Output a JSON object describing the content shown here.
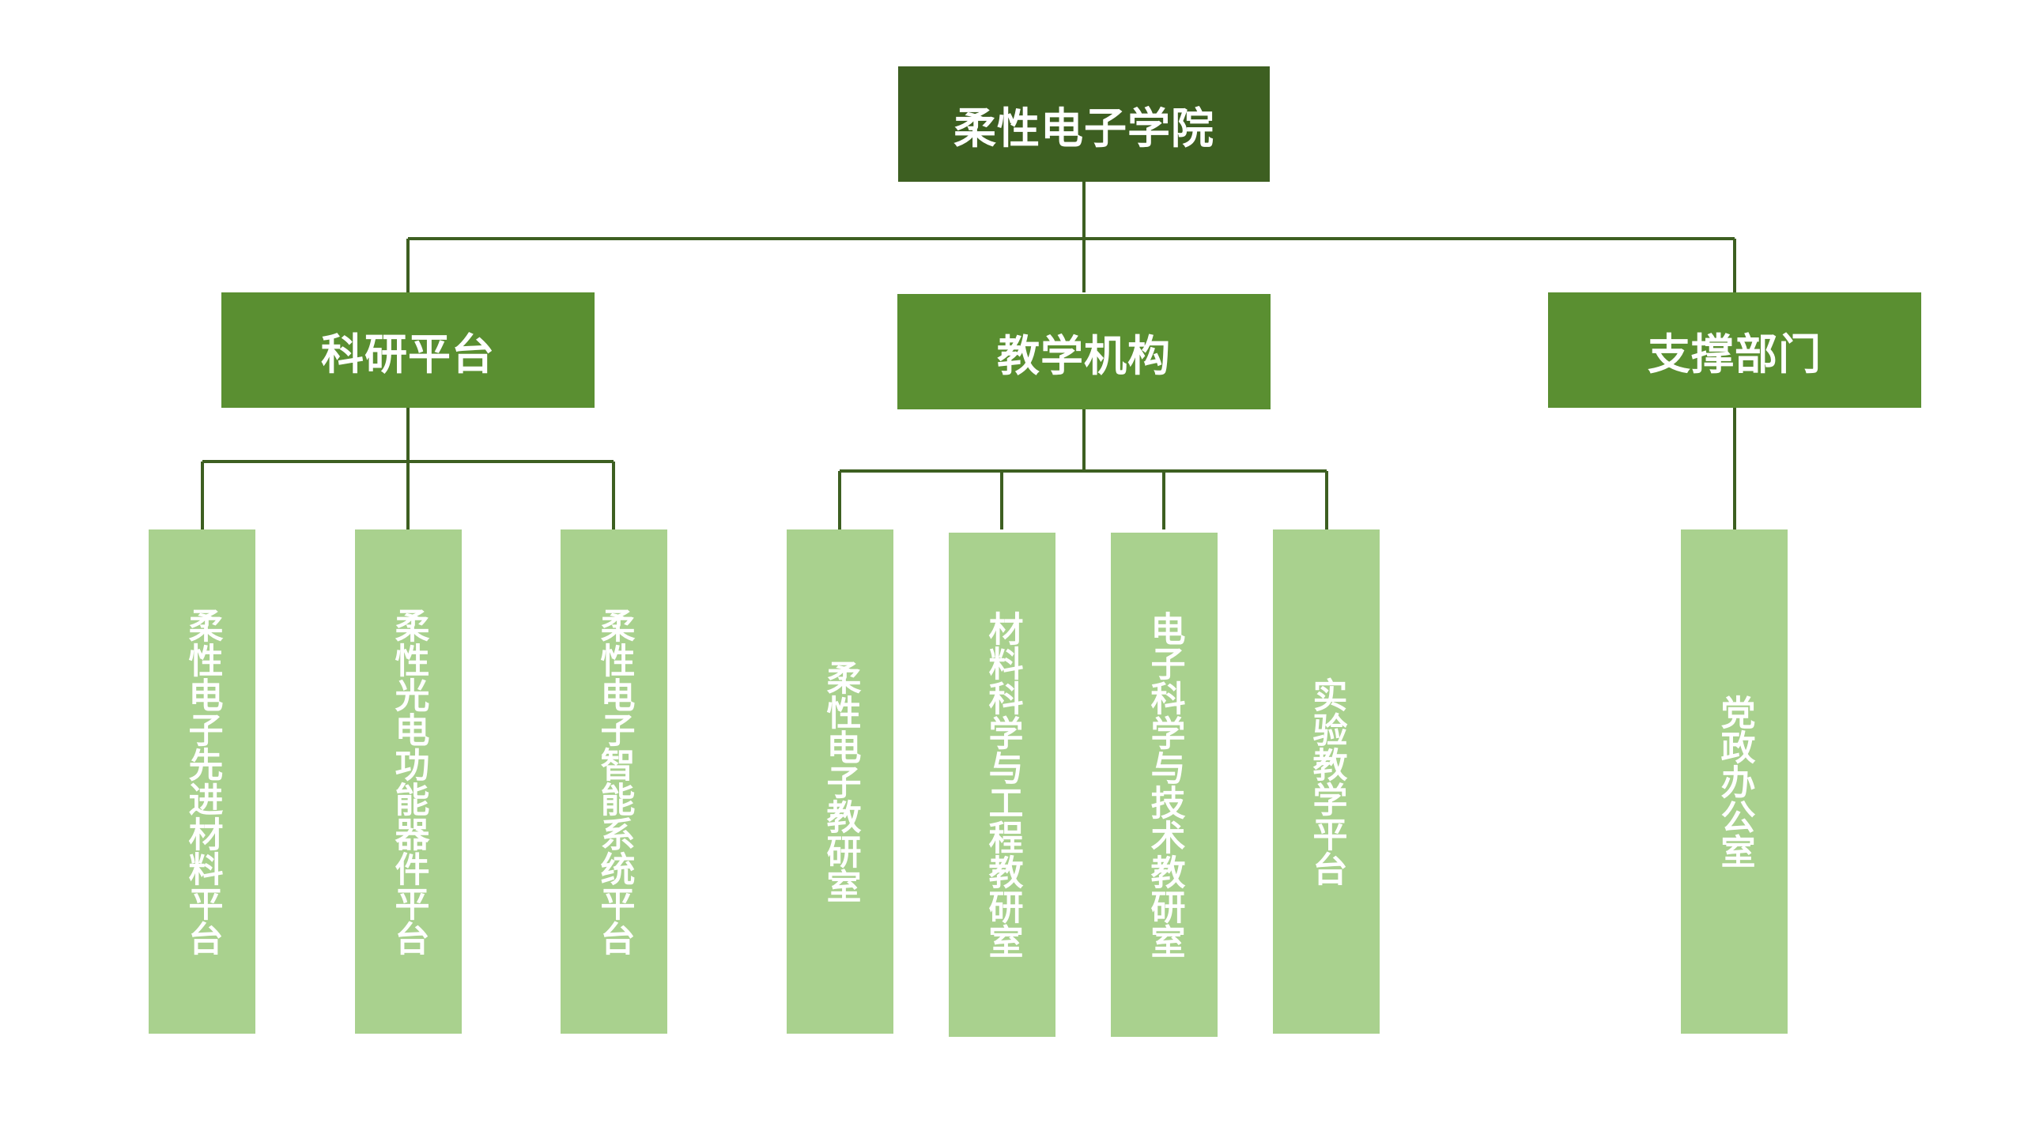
{
  "colors": {
    "root": "#3d5f21",
    "level1": "#5a8f31",
    "leaf": "#a9d18e",
    "connector": "#3d5f21",
    "text": "#ffffff"
  },
  "root": {
    "label": "柔性电子学院"
  },
  "branches": [
    {
      "label": "科研平台",
      "children": [
        {
          "label": "柔性电子先进材料平台"
        },
        {
          "label": "柔性光电功能器件平台"
        },
        {
          "label": "柔性电子智能系统平台"
        }
      ]
    },
    {
      "label": "教学机构",
      "children": [
        {
          "label": "柔性电子教研室"
        },
        {
          "label": "材料科学与工程教研室"
        },
        {
          "label": "电子科学与技术教研室"
        },
        {
          "label": "实验教学平台"
        }
      ]
    },
    {
      "label": "支撑部门",
      "children": [
        {
          "label": "党政办公室"
        }
      ]
    }
  ]
}
